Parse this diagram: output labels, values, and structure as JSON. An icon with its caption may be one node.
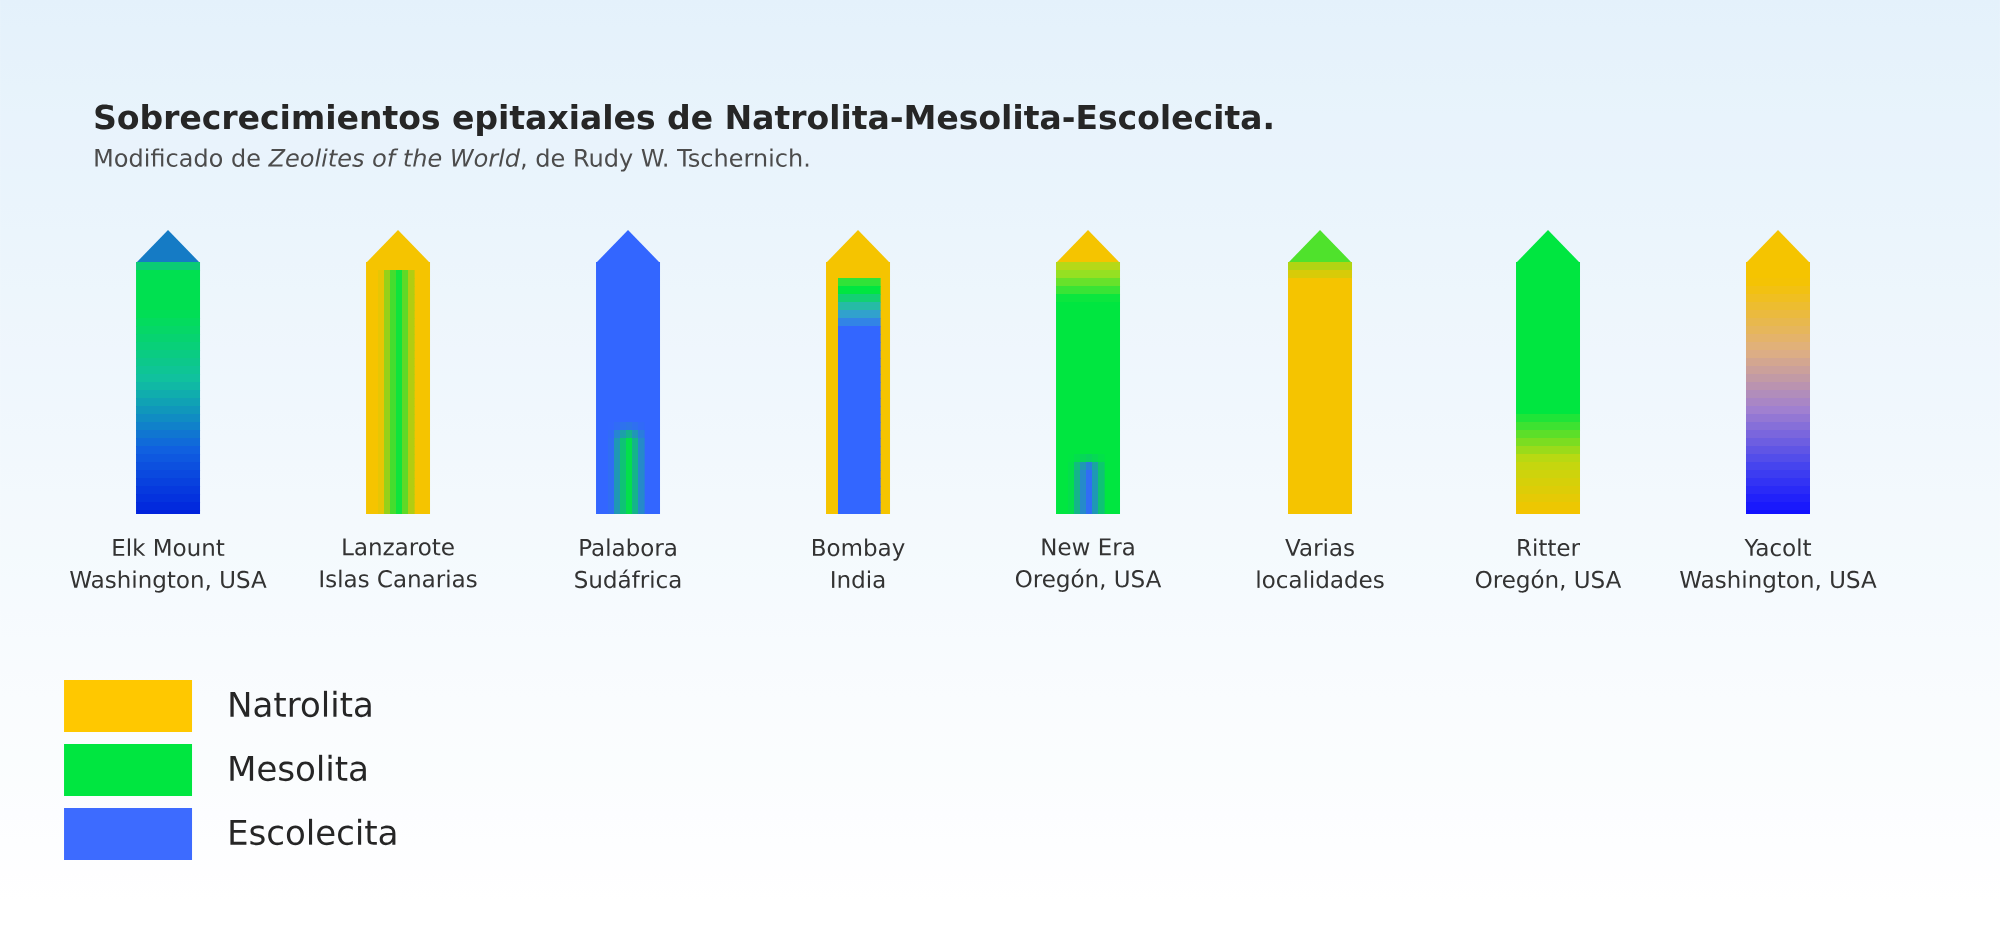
{
  "diagram": {
    "title": "Sobrecrecimientos epitaxiales de Natrolita-Mesolita-Escolecita.",
    "caption": "Modificado de *Zeolites of the World*, de Rudy W. Tschernich.",
    "nodes": [
      {
        "text": [
          "Elk Mount",
          "Washington, USA"
        ]
      },
      {
        "text": [
          "Lanzarote",
          "Islas Canarias"
        ]
      },
      {
        "text": [
          "Palabora",
          "Sudáfrica"
        ]
      },
      {
        "text": [
          "Bombay",
          "India"
        ]
      },
      {
        "text": [
          "New Era",
          "Oregón, USA"
        ]
      },
      {
        "text": [
          "Varias",
          "localidades"
        ]
      },
      {
        "text": [
          "Ritter",
          "Oregón, USA"
        ]
      },
      {
        "text": [
          "Yacolt",
          "Washington, USA"
        ]
      }
    ],
    "legend": [
      {
        "text": "Natrolita",
        "color": "#ffc800"
      },
      {
        "text": "Mesolita",
        "color": "#00e640"
      },
      {
        "text": "Escolecita",
        "color": "#3d6bff"
      }
    ]
  }
}
